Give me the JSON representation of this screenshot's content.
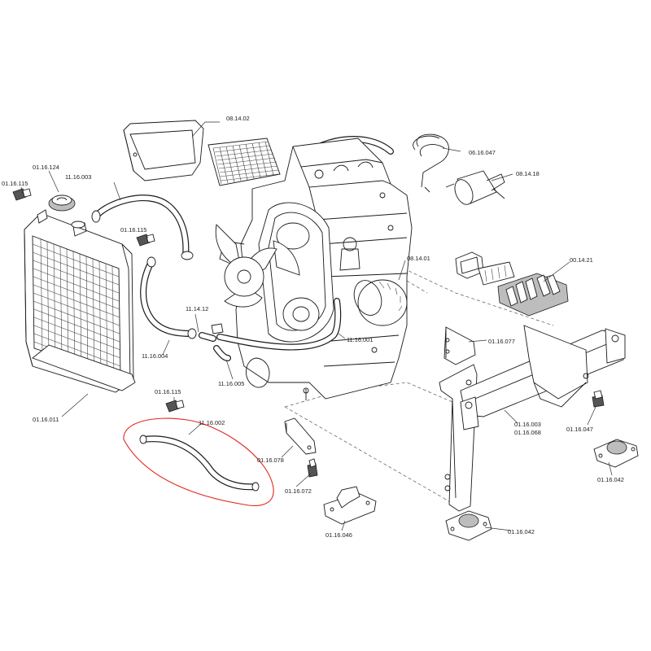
{
  "callouts": {
    "p081402": "08.14.02",
    "p011612": "01.16.124",
    "p011611a": "01.16.115",
    "p111600a": "11.16.003",
    "p011611b": "01.16.115",
    "p061604": "06.16.047",
    "p081418": "08.14.18",
    "p081401": "08.14.01",
    "p001421": "00.14.21",
    "p111412": "11.14.12",
    "p111601": "11.16.001",
    "p011607": "01.16.077",
    "p111604": "11.16.004",
    "p111605": "11.16.005",
    "p011611c": "01.16.011",
    "p011611d": "01.16.115",
    "p111602": "11.16.002",
    "p011607b": "01.16.078",
    "p011607c": "01.16.072",
    "p011604b": "01.16.046",
    "p011603": "01.16.003",
    "p011606": "01.16.068",
    "p011604": "01.16.047",
    "p011604c": "01.16.042",
    "p011604d": "01.16.042"
  },
  "colors": {
    "line": "#1a1a1a",
    "highlight": "#e0281e",
    "fill_grey": "#bdbdbd",
    "background": "#ffffff"
  }
}
